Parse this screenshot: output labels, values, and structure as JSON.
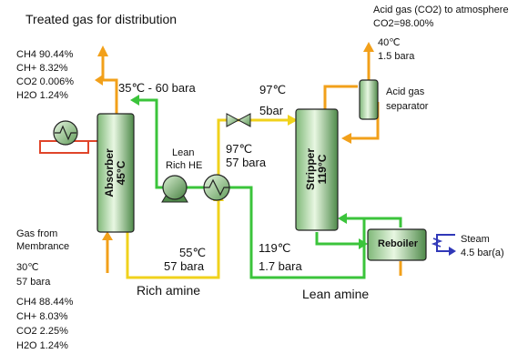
{
  "title": "Treated gas for distribution",
  "treated_gas_composition": [
    "CH4 90.44%",
    "CH+ 8.32%",
    "CO2 0.006%",
    "H2O 1.24%"
  ],
  "gas_from_membrane": {
    "label_line1": "Gas from",
    "label_line2": "Membrance",
    "temperature": "30℃",
    "pressure": "57 bara",
    "composition": [
      "CH4 88.44%",
      "CH+ 8.03%",
      "CO2 2.25%",
      "H2O 1.24%"
    ]
  },
  "absorber": {
    "name": "Absorber",
    "temp": "45°C",
    "top_condition": "35℃ - 60 bara"
  },
  "lean_rich_he": {
    "label_line1": "Lean",
    "label_line2": "Rich HE",
    "temp": "97℃",
    "pressure": "57 bara"
  },
  "valve": {
    "temp": "97℃",
    "pressure": "5bar"
  },
  "stripper": {
    "name": "Stripper",
    "temp": "119°C"
  },
  "acid_gas": {
    "line1": "Acid gas (CO2) to atmosphere",
    "line2": "CO2=98.00%",
    "temp": "40℃",
    "pressure": "1.5 bara",
    "separator_line1": "Acid gas",
    "separator_line2": "separator"
  },
  "rich_amine": {
    "temp": "55℃",
    "pressure": "57 bara",
    "label": "Rich amine"
  },
  "lean_amine": {
    "temp": "119℃",
    "pressure": "1.7 bara",
    "label": "Lean amine"
  },
  "reboiler": {
    "name": "Reboiler",
    "steam_label": "Steam",
    "steam_pressure": "4.5 bar(a)"
  },
  "colors": {
    "orange": "#f2a01a",
    "yellow": "#f0d21c",
    "green": "#3bc43b",
    "red": "#e0452a",
    "blue": "#3038b8",
    "vessel_light": "#e6f5e0",
    "vessel_dark": "#5f9a58"
  }
}
